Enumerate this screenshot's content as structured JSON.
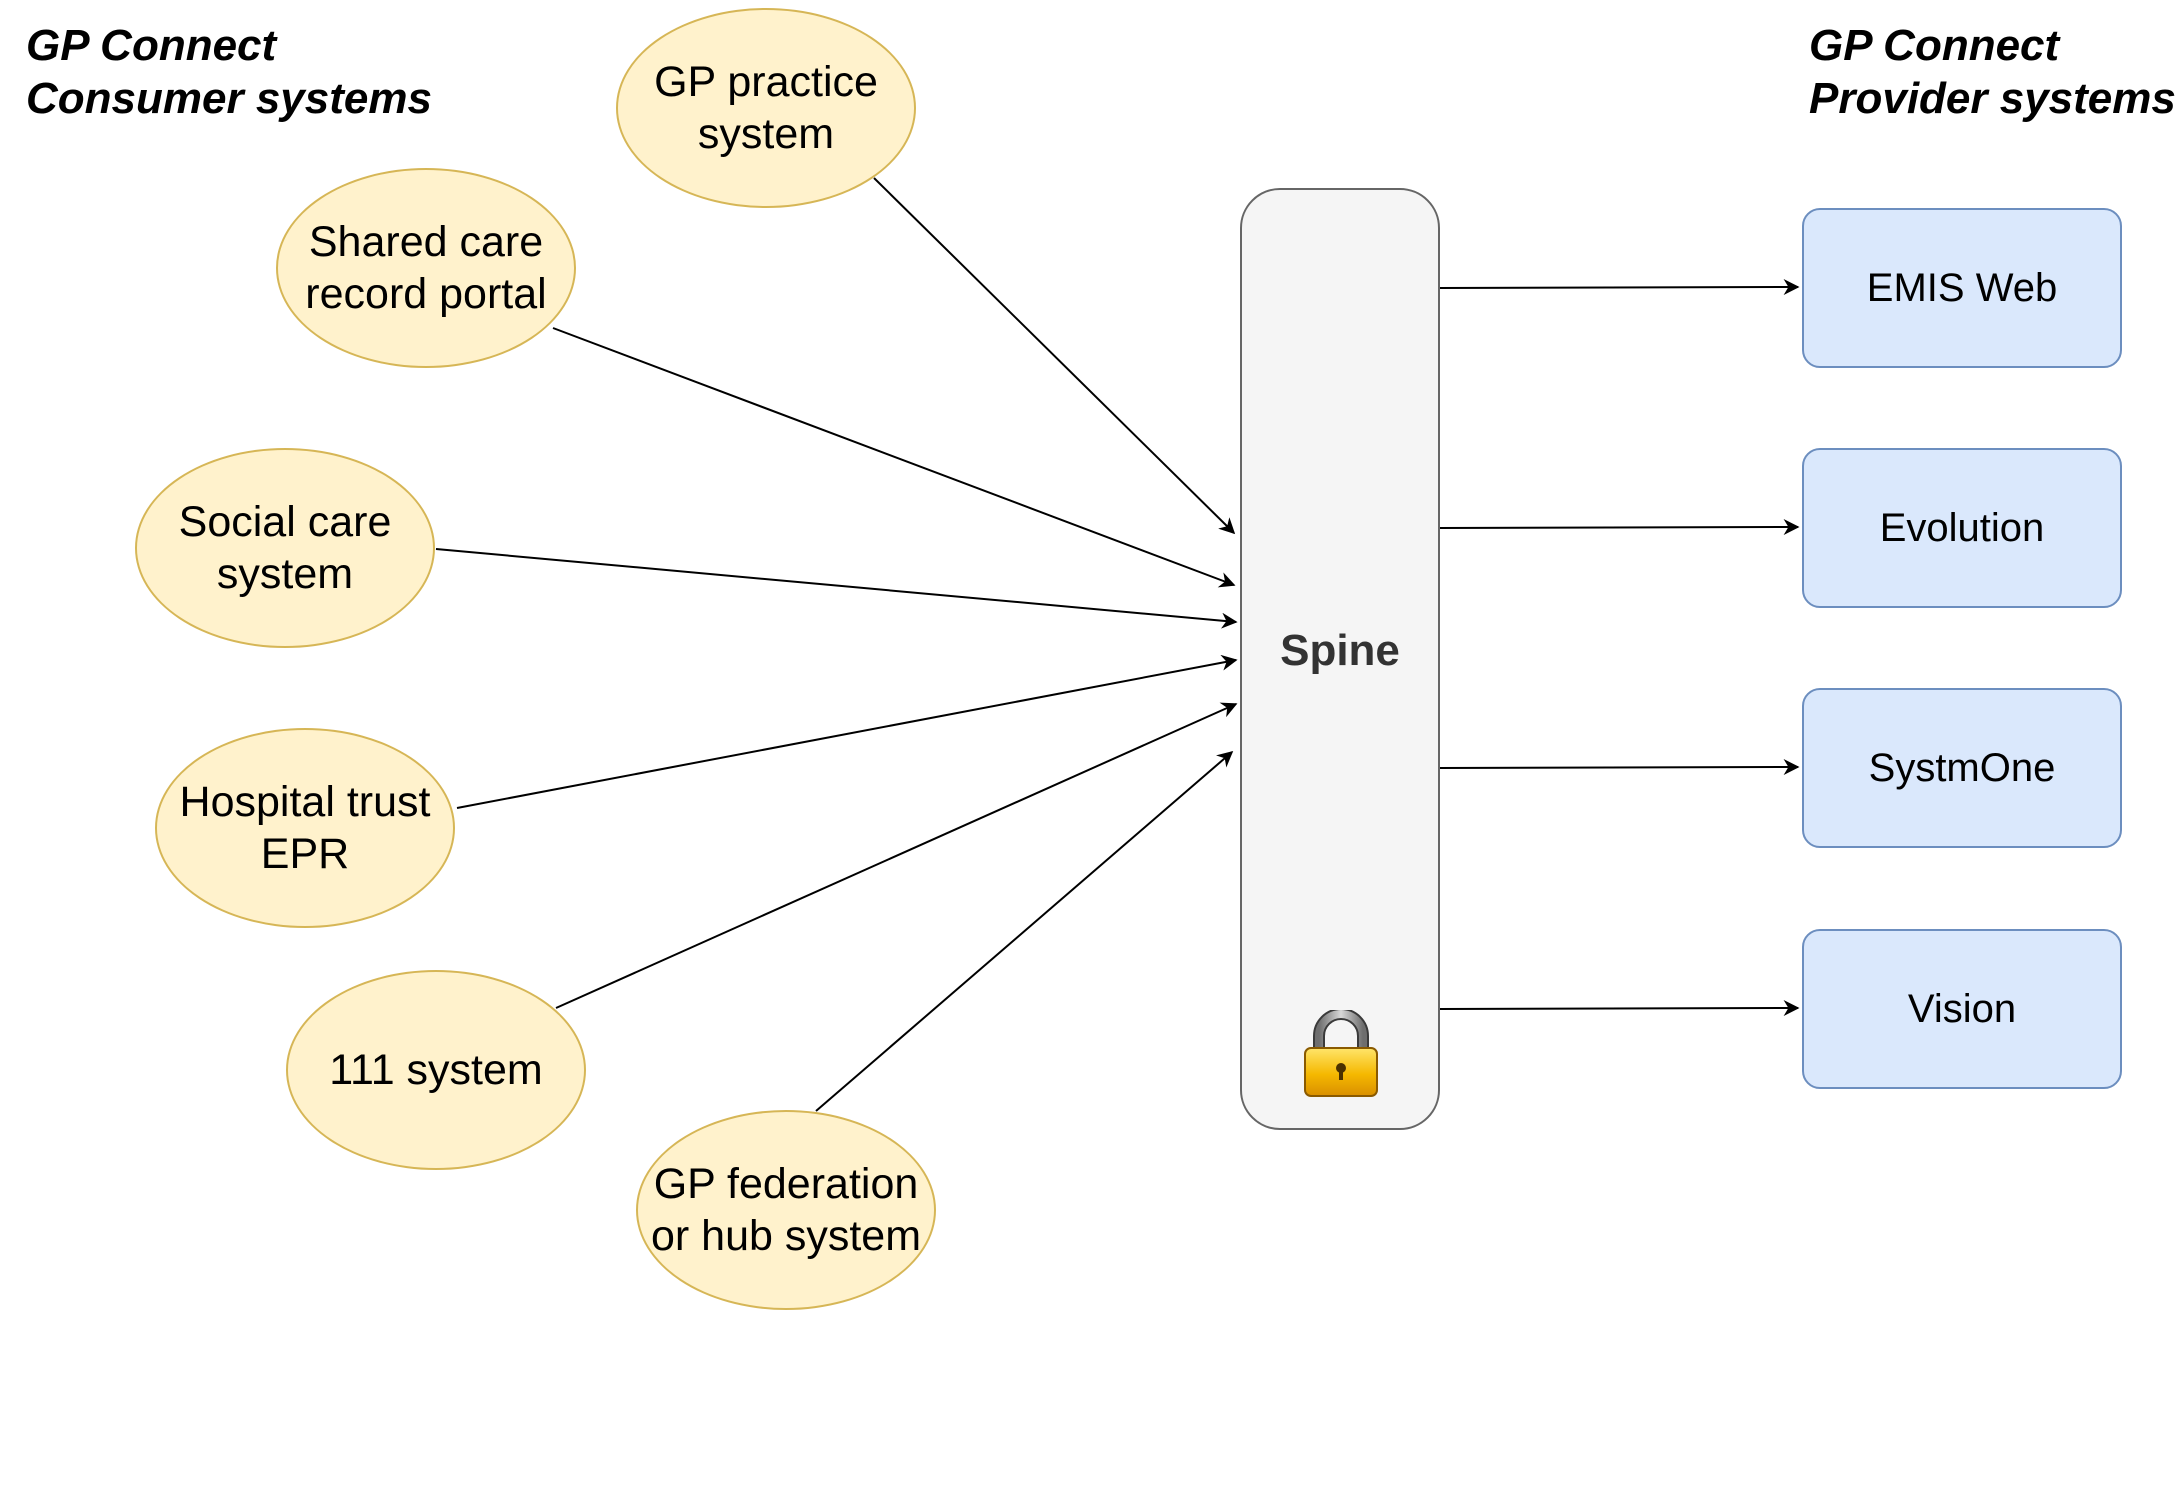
{
  "headings": {
    "consumer": [
      "GP Connect",
      "Consumer systems"
    ],
    "provider": [
      "GP Connect",
      "Provider systems"
    ]
  },
  "consumers": [
    {
      "label": "GP practice\nsystem"
    },
    {
      "label": "Shared care\nrecord portal"
    },
    {
      "label": "Social care\nsystem"
    },
    {
      "label": "Hospital trust\nEPR"
    },
    {
      "label": "111 system"
    },
    {
      "label": "GP federation\nor hub system"
    }
  ],
  "spine": {
    "label": "Spine",
    "icon": "lock-icon"
  },
  "providers": [
    {
      "label": "EMIS Web"
    },
    {
      "label": "Evolution"
    },
    {
      "label": "SystmOne"
    },
    {
      "label": "Vision"
    }
  ],
  "colors": {
    "consumer_fill": "#fff2cc",
    "consumer_stroke": "#d6b656",
    "provider_fill": "#dae8fc",
    "provider_stroke": "#6c8ebf",
    "spine_fill": "#f5f5f5",
    "spine_stroke": "#666666"
  }
}
